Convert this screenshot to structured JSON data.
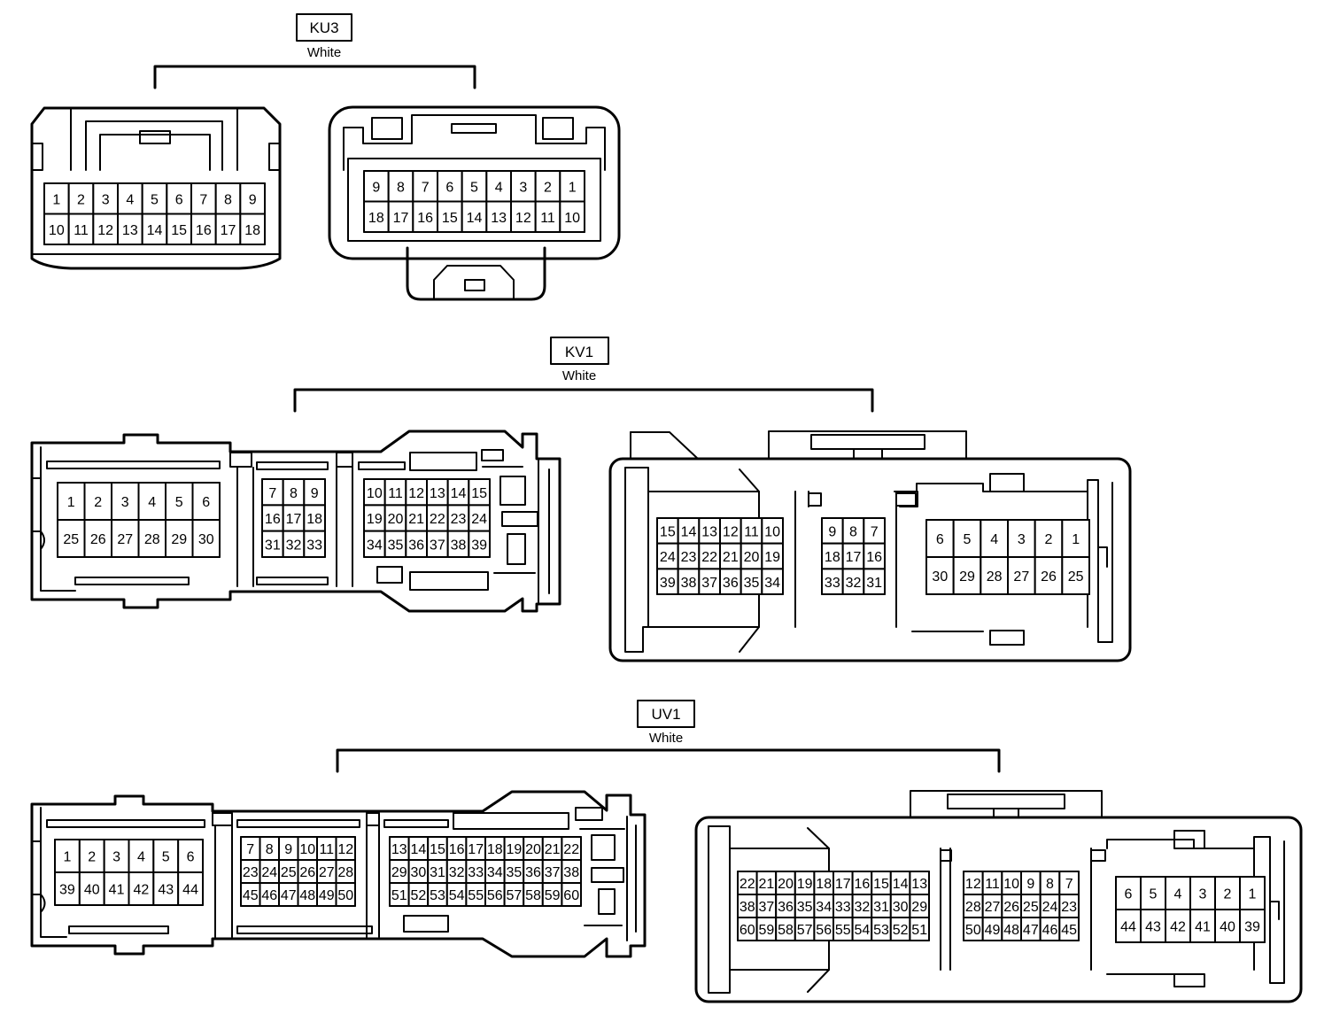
{
  "connectors": [
    {
      "code": "KU3",
      "color": "White",
      "blocks": [
        {
          "rows": [
            [
              "1",
              "2",
              "3",
              "4",
              "5",
              "6",
              "7",
              "8",
              "9"
            ],
            [
              "10",
              "11",
              "12",
              "13",
              "14",
              "15",
              "16",
              "17",
              "18"
            ]
          ]
        },
        {
          "rows": [
            [
              "9",
              "8",
              "7",
              "6",
              "5",
              "4",
              "3",
              "2",
              "1"
            ],
            [
              "18",
              "17",
              "16",
              "15",
              "14",
              "13",
              "12",
              "11",
              "10"
            ]
          ]
        }
      ]
    },
    {
      "code": "KV1",
      "color": "White",
      "blocks": [
        {
          "rows": [
            [
              "1",
              "2",
              "3",
              "4",
              "5",
              "6"
            ],
            [
              "25",
              "26",
              "27",
              "28",
              "29",
              "30"
            ]
          ]
        },
        {
          "rows": [
            [
              "7",
              "8",
              "9"
            ],
            [
              "16",
              "17",
              "18"
            ],
            [
              "31",
              "32",
              "33"
            ]
          ]
        },
        {
          "rows": [
            [
              "10",
              "11",
              "12",
              "13",
              "14",
              "15"
            ],
            [
              "19",
              "20",
              "21",
              "22",
              "23",
              "24"
            ],
            [
              "34",
              "35",
              "36",
              "37",
              "38",
              "39"
            ]
          ]
        },
        {
          "rows": [
            [
              "15",
              "14",
              "13",
              "12",
              "11",
              "10"
            ],
            [
              "24",
              "23",
              "22",
              "21",
              "20",
              "19"
            ],
            [
              "39",
              "38",
              "37",
              "36",
              "35",
              "34"
            ]
          ]
        },
        {
          "rows": [
            [
              "9",
              "8",
              "7"
            ],
            [
              "18",
              "17",
              "16"
            ],
            [
              "33",
              "32",
              "31"
            ]
          ]
        },
        {
          "rows": [
            [
              "6",
              "5",
              "4",
              "3",
              "2",
              "1"
            ],
            [
              "30",
              "29",
              "28",
              "27",
              "26",
              "25"
            ]
          ]
        }
      ]
    },
    {
      "code": "UV1",
      "color": "White",
      "blocks": [
        {
          "rows": [
            [
              "1",
              "2",
              "3",
              "4",
              "5",
              "6"
            ],
            [
              "39",
              "40",
              "41",
              "42",
              "43",
              "44"
            ]
          ]
        },
        {
          "rows": [
            [
              "7",
              "8",
              "9",
              "10",
              "11",
              "12"
            ],
            [
              "23",
              "24",
              "25",
              "26",
              "27",
              "28"
            ],
            [
              "45",
              "46",
              "47",
              "48",
              "49",
              "50"
            ]
          ]
        },
        {
          "rows": [
            [
              "13",
              "14",
              "15",
              "16",
              "17",
              "18",
              "19",
              "20",
              "21",
              "22"
            ],
            [
              "29",
              "30",
              "31",
              "32",
              "33",
              "34",
              "35",
              "36",
              "37",
              "38"
            ],
            [
              "51",
              "52",
              "53",
              "54",
              "55",
              "56",
              "57",
              "58",
              "59",
              "60"
            ]
          ]
        },
        {
          "rows": [
            [
              "22",
              "21",
              "20",
              "19",
              "18",
              "17",
              "16",
              "15",
              "14",
              "13"
            ],
            [
              "38",
              "37",
              "36",
              "35",
              "34",
              "33",
              "32",
              "31",
              "30",
              "29"
            ],
            [
              "60",
              "59",
              "58",
              "57",
              "56",
              "55",
              "54",
              "53",
              "52",
              "51"
            ]
          ]
        },
        {
          "rows": [
            [
              "12",
              "11",
              "10",
              "9",
              "8",
              "7"
            ],
            [
              "28",
              "27",
              "26",
              "25",
              "24",
              "23"
            ],
            [
              "50",
              "49",
              "48",
              "47",
              "46",
              "45"
            ]
          ]
        },
        {
          "rows": [
            [
              "6",
              "5",
              "4",
              "3",
              "2",
              "1"
            ],
            [
              "44",
              "43",
              "42",
              "41",
              "40",
              "39"
            ]
          ]
        }
      ]
    }
  ]
}
